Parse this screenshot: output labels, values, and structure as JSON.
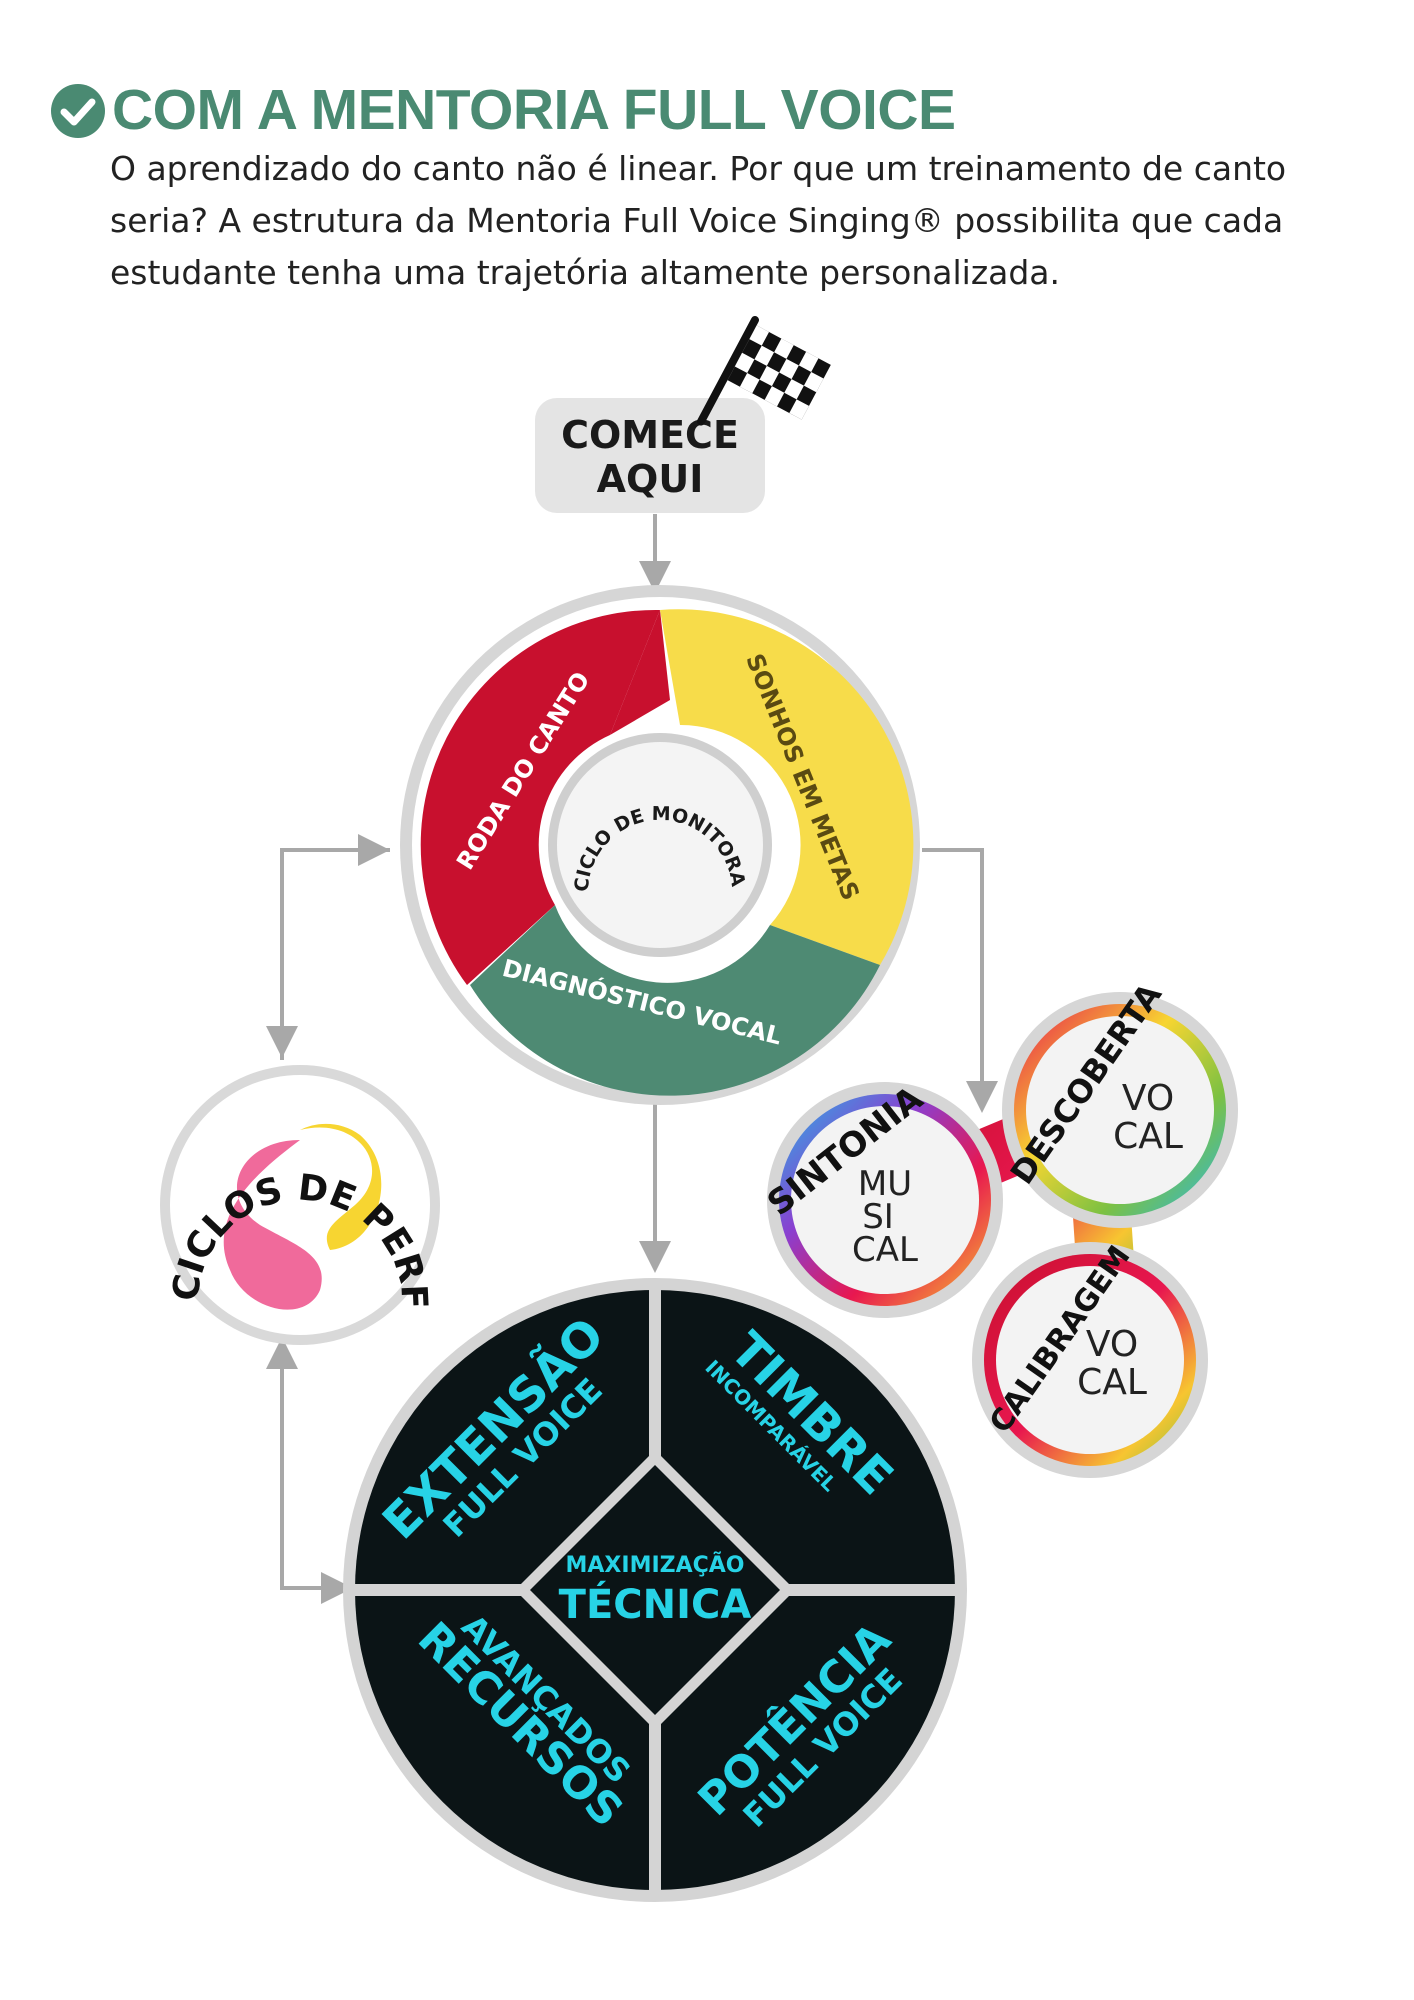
{
  "header": {
    "title": "COM A MENTORIA FULL VOICE",
    "intro": "O aprendizado do canto não é linear. Por que um treinamento de canto seria? A estrutura da Mentoria Full Voice Singing® possibilita que cada estudante tenha uma trajetória altamente personalizada."
  },
  "start": {
    "line1": "COMECE",
    "line2": "AQUI"
  },
  "cycle": {
    "red": "RODA DO CANTO",
    "yellow": "SONHOS EM METAS",
    "green": "DIAGNÓSTICO VOCAL",
    "center": "CICLO DE MONITORAMENTO VOCAL"
  },
  "performance": {
    "label": "CICLOS DE PERFORMANCE"
  },
  "trio": {
    "sintonia": {
      "title": "SINTONIA",
      "l1": "MU",
      "l2": "SI",
      "l3": "CAL"
    },
    "descoberta": {
      "title": "DESCOBERTA",
      "l1": "VO",
      "l2": "CAL"
    },
    "calibragem": {
      "title": "CALIBRAGEM",
      "l1": "VO",
      "l2": "CAL"
    }
  },
  "technique": {
    "tl_1": "EXTENSÃO",
    "tl_2": "FULL VOICE",
    "tr_1": "TIMBRE",
    "tr_2": "INCOMPARÁVEL",
    "bl_1": "RECURSOS",
    "bl_2": "AVANÇADOS",
    "br_1": "POTÊNCIA",
    "br_2": "FULL VOICE",
    "center_1": "MAXIMIZAÇÃO",
    "center_2": "TÉCNICA"
  },
  "colors": {
    "brand_green": "#4a8a72",
    "red": "#c8102e",
    "yellow": "#f7dc4a",
    "green": "#4e8a73",
    "cyan": "#27d3e6",
    "dark": "#0b1416",
    "pink": "#f06a9b"
  },
  "icons": [
    "check-circle-icon",
    "checkered-flag-icon",
    "performance-s-logo"
  ]
}
